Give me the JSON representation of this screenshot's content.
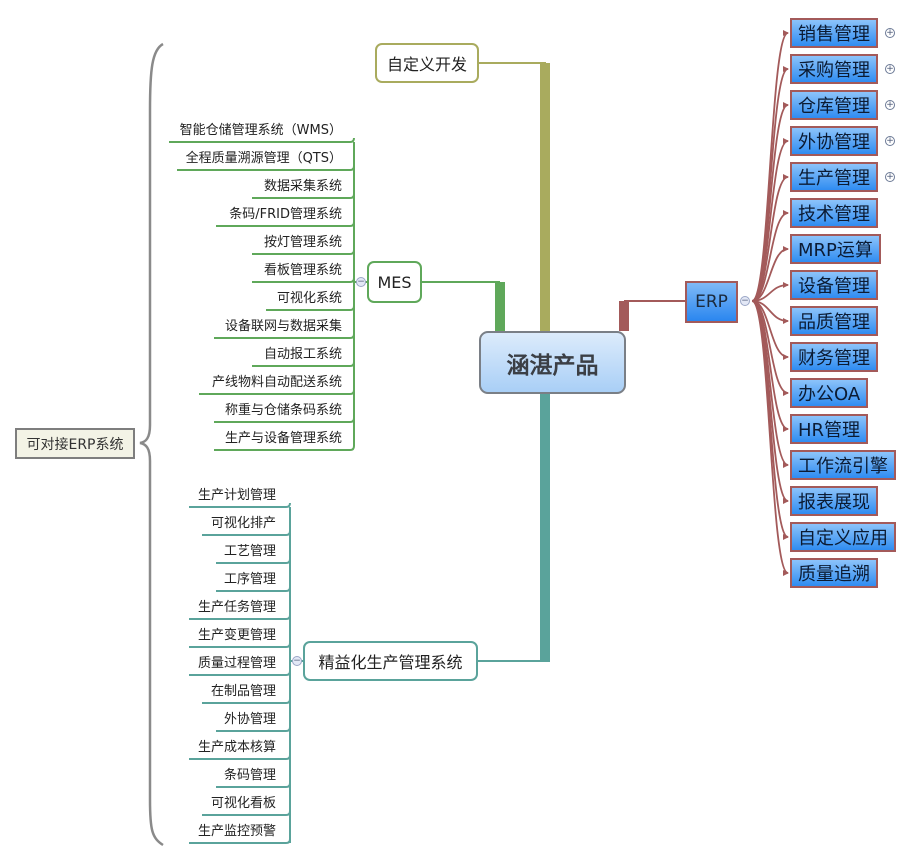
{
  "central": {
    "label": "涵湛产品"
  },
  "custom_dev": {
    "label": "自定义开发"
  },
  "mes": {
    "label": "MES",
    "items": [
      "智能仓储管理系统（WMS）",
      "全程质量溯源管理（QTS）",
      "数据采集系统",
      "条码/FRID管理系统",
      "按灯管理系统",
      "看板管理系统",
      "可视化系统",
      "设备联网与数据采集",
      "自动报工系统",
      "产线物料自动配送系统",
      "称重与仓储条码系统",
      "生产与设备管理系统"
    ]
  },
  "lean": {
    "label": "精益化生产管理系统",
    "items": [
      "生产计划管理",
      "可视化排产",
      "工艺管理",
      "工序管理",
      "生产任务管理",
      "生产变更管理",
      "质量过程管理",
      "在制品管理",
      "外协管理",
      "生产成本核算",
      "条码管理",
      "可视化看板",
      "生产监控预警"
    ]
  },
  "erp": {
    "label": "ERP",
    "items": [
      {
        "label": "销售管理",
        "expandable": true
      },
      {
        "label": "采购管理",
        "expandable": true
      },
      {
        "label": "仓库管理",
        "expandable": true
      },
      {
        "label": "外协管理",
        "expandable": true
      },
      {
        "label": "生产管理",
        "expandable": true
      },
      {
        "label": "技术管理",
        "expandable": false
      },
      {
        "label": "MRP运算",
        "expandable": false
      },
      {
        "label": "设备管理",
        "expandable": false
      },
      {
        "label": "品质管理",
        "expandable": false
      },
      {
        "label": "财务管理",
        "expandable": false
      },
      {
        "label": "办公OA",
        "expandable": false
      },
      {
        "label": "HR管理",
        "expandable": false
      },
      {
        "label": "工作流引擎",
        "expandable": false
      },
      {
        "label": "报表展现",
        "expandable": false
      },
      {
        "label": "自定义应用",
        "expandable": false
      },
      {
        "label": "质量追溯",
        "expandable": false
      }
    ]
  },
  "summary": {
    "label": "可对接ERP系统"
  },
  "icons": {
    "collapse": "−",
    "expand": "+"
  },
  "colors": {
    "custom": "#a9ab5e",
    "mes": "#5fa85a",
    "lean": "#5aa39b",
    "erp": "#a35a5a"
  }
}
